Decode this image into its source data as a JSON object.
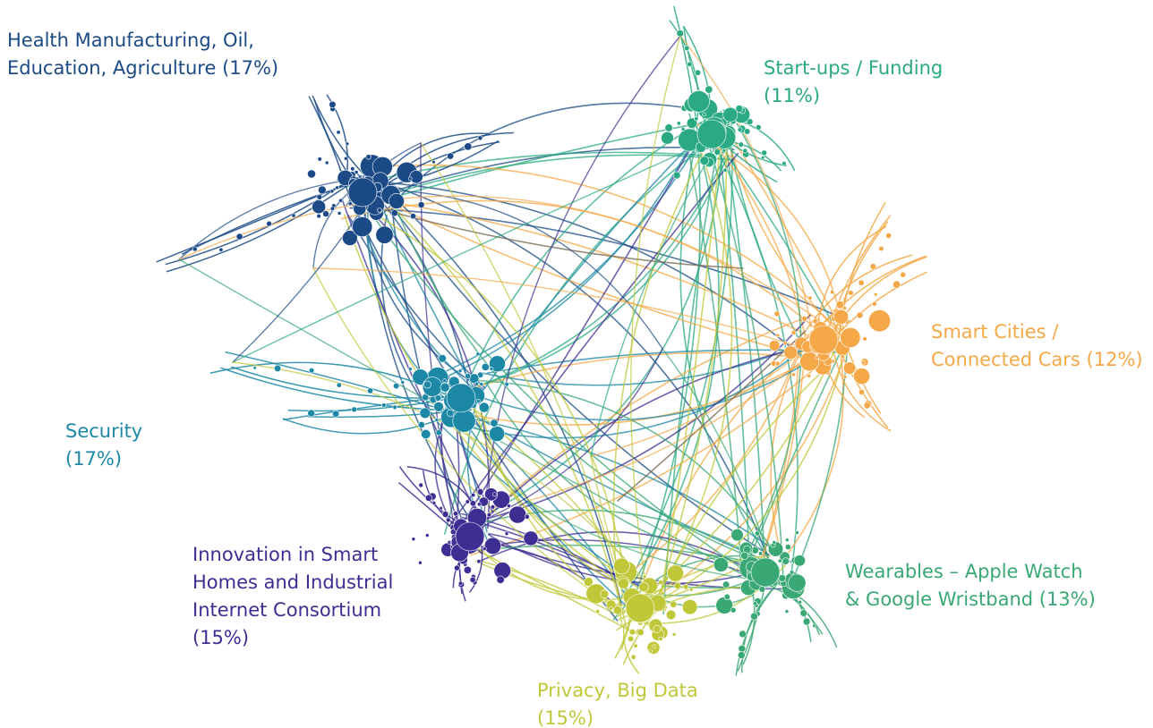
{
  "clusters": [
    {
      "id": "health",
      "lines": [
        "Health Manufacturing, Oil,",
        "Education, Agriculture (17%)"
      ],
      "share_percent": 17,
      "color": "#1b4a86"
    },
    {
      "id": "startup",
      "lines": [
        "Start-ups / Funding",
        "(11%)"
      ],
      "share_percent": 11,
      "color": "#2aa982"
    },
    {
      "id": "smart",
      "lines": [
        "Smart Cities /",
        "Connected Cars (12%)"
      ],
      "share_percent": 12,
      "color": "#f5a847"
    },
    {
      "id": "security",
      "lines": [
        "Security",
        "(17%)"
      ],
      "share_percent": 17,
      "color": "#1c88a6"
    },
    {
      "id": "innov",
      "lines": [
        "Innovation in Smart",
        "Homes and Industrial",
        "Internet Consortium",
        "(15%)"
      ],
      "share_percent": 15,
      "color": "#3c2e92"
    },
    {
      "id": "wear",
      "lines": [
        "Wearables – Apple Watch",
        "& Google Wristband (13%)"
      ],
      "share_percent": 13,
      "color": "#3aa874"
    },
    {
      "id": "privacy",
      "lines": [
        "Privacy, Big Data",
        "(15%)"
      ],
      "share_percent": 15,
      "color": "#c0c83a"
    }
  ],
  "edge_color_cross": "#7a6e58"
}
